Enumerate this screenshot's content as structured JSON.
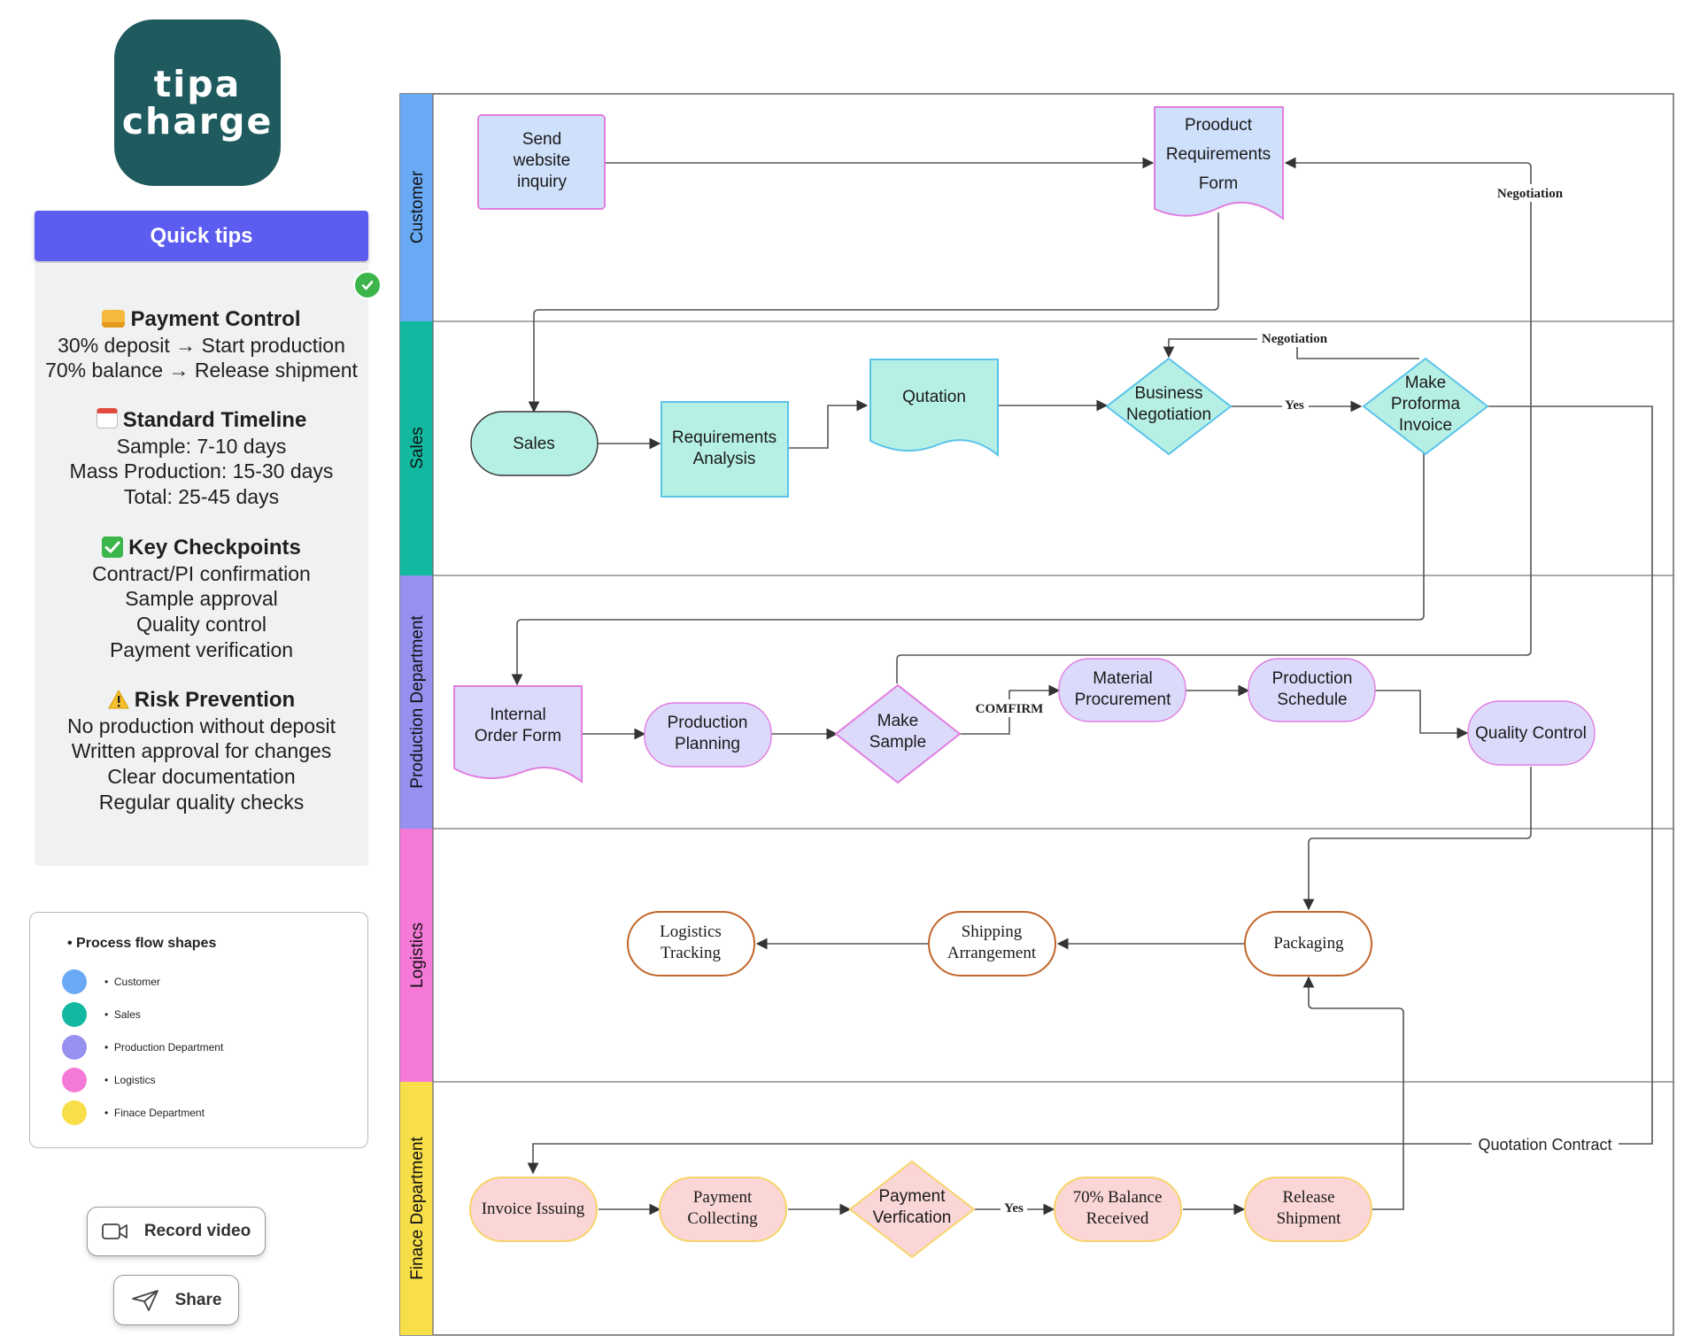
{
  "brand": {
    "logo_line1": "tipa",
    "logo_line2": "charge"
  },
  "quick_tips": {
    "button_label": "Quick tips",
    "sections": [
      {
        "icon": "credit-card-icon",
        "title": "Payment Control",
        "lines": [
          "30% deposit → Start production",
          "70% balance → Release shipment"
        ]
      },
      {
        "icon": "calendar-icon",
        "title": "Standard Timeline",
        "lines": [
          "Sample: 7-10 days",
          "Mass Production: 15-30 days",
          "Total: 25-45 days"
        ]
      },
      {
        "icon": "checkmark-icon",
        "title": "Key Checkpoints",
        "lines": [
          "Contract/PI confirmation",
          "Sample approval",
          "Quality control",
          "Payment verification"
        ]
      },
      {
        "icon": "warning-icon",
        "title": "Risk Prevention",
        "lines": [
          "No production without deposit",
          "Written approval for changes",
          "Clear documentation",
          "Regular quality checks"
        ]
      }
    ]
  },
  "legend": {
    "title": "Process flow shapes",
    "items": [
      {
        "label": "Customer",
        "color": "#6aaaf5"
      },
      {
        "label": "Sales",
        "color": "#12b9a0"
      },
      {
        "label": "Production Department",
        "color": "#9690ef"
      },
      {
        "label": "Logistics",
        "color": "#f57ad8"
      },
      {
        "label": "Finace Department",
        "color": "#f8df4a"
      }
    ]
  },
  "actions": {
    "record_label": "Record video",
    "share_label": "Share"
  },
  "lanes": [
    {
      "name": "Customer",
      "color": "#6aaaf5"
    },
    {
      "name": "Sales",
      "color": "#12b9a0"
    },
    {
      "name": "Production Department",
      "color": "#9690ef"
    },
    {
      "name": "Logistics",
      "color": "#f57ad8"
    },
    {
      "name": "Finace Department",
      "color": "#f8df4a"
    }
  ],
  "nodes": {
    "send_inquiry": [
      "Send",
      "website",
      "inquiry"
    ],
    "requirements_form": [
      "Prooduct",
      "Requirements",
      "Form"
    ],
    "sales": [
      "Sales"
    ],
    "requirements_analysis": [
      "Requirements",
      "Analysis"
    ],
    "quotation": [
      "Qutation"
    ],
    "business_negotiation": [
      "Business",
      "Negotiation"
    ],
    "proforma_invoice": [
      "Make",
      "Proforma",
      "Invoice"
    ],
    "internal_order_form": [
      "Internal",
      "Order Form"
    ],
    "production_planning": [
      "Production",
      "Planning"
    ],
    "make_sample": [
      "Make",
      "Sample"
    ],
    "material_procurement": [
      "Material",
      "Procurement"
    ],
    "production_schedule": [
      "Production",
      "Schedule"
    ],
    "quality_control": [
      "Quality Control"
    ],
    "logistics_tracking": [
      "Logistics",
      "Tracking"
    ],
    "shipping_arrangement": [
      "Shipping",
      "Arrangement"
    ],
    "packaging": [
      "Packaging"
    ],
    "invoice_issuing": [
      "Invoice Issuing"
    ],
    "payment_collecting": [
      "Payment",
      "Collecting"
    ],
    "payment_verification": [
      "Payment",
      "Verfication"
    ],
    "balance_received": [
      "70% Balance",
      "Received"
    ],
    "release_shipment": [
      "Release",
      "Shipment"
    ]
  },
  "edge_labels": {
    "negotiation_top": "Negotiation",
    "negotiation_sales": "Negotiation",
    "yes_sales": "Yes",
    "confirm": "COMFIRM",
    "quotation_contract": "Quotation Contract",
    "yes_finance": "Yes"
  }
}
